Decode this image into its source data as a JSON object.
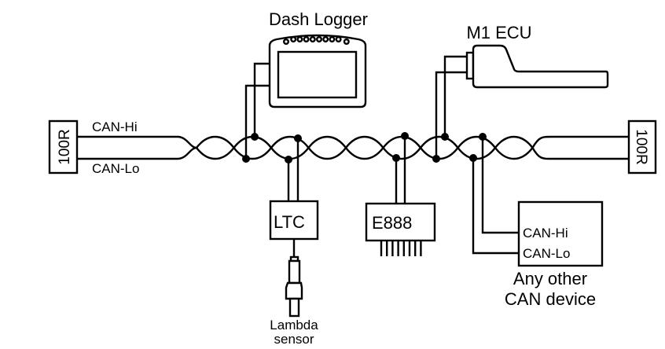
{
  "terminators": {
    "left": "100R",
    "right": "100R"
  },
  "bus": {
    "can_hi_label": "CAN-Hi",
    "can_lo_label": "CAN-Lo"
  },
  "devices": {
    "dash_logger": "Dash Logger",
    "m1_ecu": "M1 ECU",
    "ltc": "LTC",
    "lambda_line1": "Lambda",
    "lambda_line2": "sensor",
    "e888": "E888",
    "other": {
      "can_hi": "CAN-Hi",
      "can_lo": "CAN-Lo",
      "caption_line1": "Any other",
      "caption_line2": "CAN device"
    }
  }
}
